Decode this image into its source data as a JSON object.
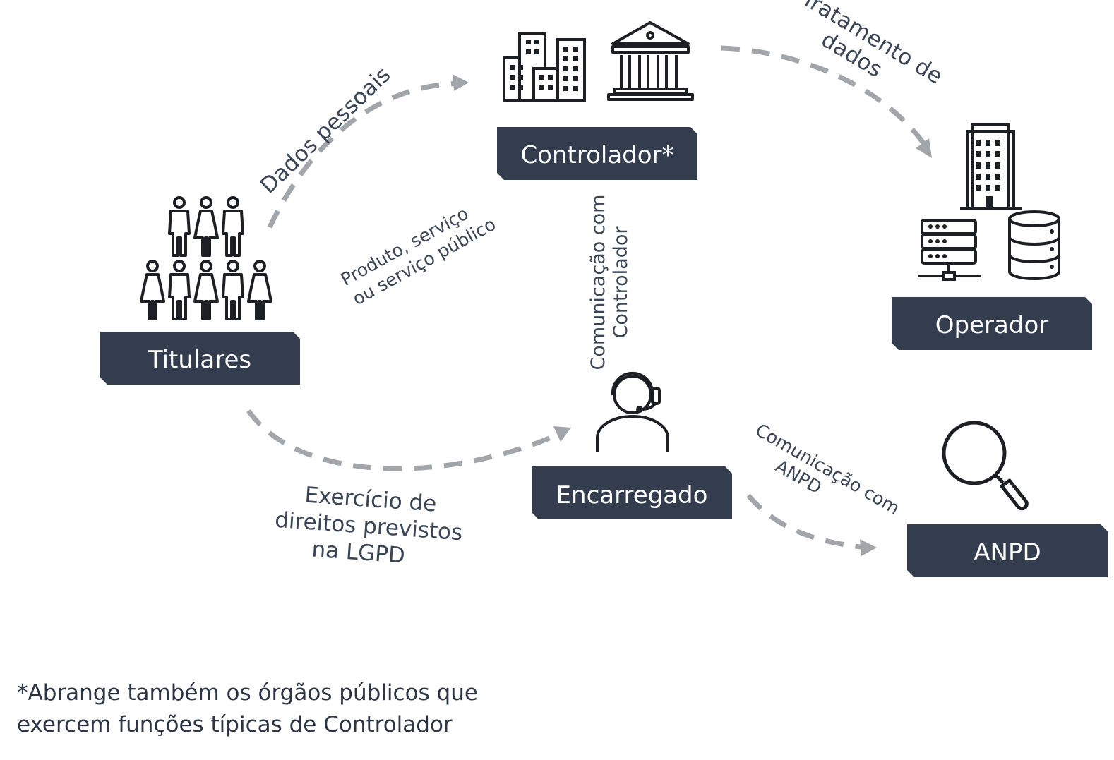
{
  "nodes": {
    "titulares": "Titulares",
    "controlador": "Controlador*",
    "operador": "Operador",
    "encarregado": "Encarregado",
    "anpd": "ANPD"
  },
  "edges": {
    "dados_pessoais": "Dados pessoais",
    "produto_l1": "Produto, serviço",
    "produto_l2": "ou serviço público",
    "tratamento_l1": "Tratamento de",
    "tratamento_l2": "dados",
    "comunicacao_ctrl_l1": "Comunicação com",
    "comunicacao_ctrl_l2": "Controlador",
    "exercicio_l1": "Exercício de",
    "exercicio_l2": "direitos previstos",
    "exercicio_l3": "na LGPD",
    "comunicacao_anpd_l1": "Comunicação com",
    "comunicacao_anpd_l2": "ANPD"
  },
  "footnote": {
    "line1": "*Abrange também os órgãos públicos que",
    "line2": "exercem funções típicas de Controlador"
  },
  "colors": {
    "node_fill": "#333d4e",
    "node_text": "#ffffff",
    "arrow": "#a2a6ab",
    "label_text": "#3a4556",
    "icon_stroke": "#1c1f24"
  }
}
